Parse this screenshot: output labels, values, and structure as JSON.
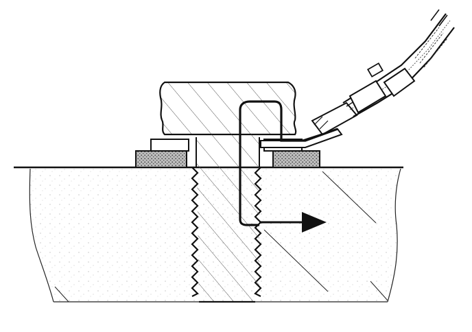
{
  "diagram": {
    "parts": {
      "bolt": "bolt",
      "base_block": "base-block",
      "washer_left": "washer-left",
      "washer_right": "washer-right",
      "ring_terminal": "ring-terminal",
      "cable": "cable",
      "current_path": "current-path",
      "direction_arrow": "direction-arrow"
    },
    "colors": {
      "ink": "#111111",
      "paper": "#ffffff",
      "washer_fill": "#c8c8c8",
      "hatch": "#333333"
    }
  }
}
